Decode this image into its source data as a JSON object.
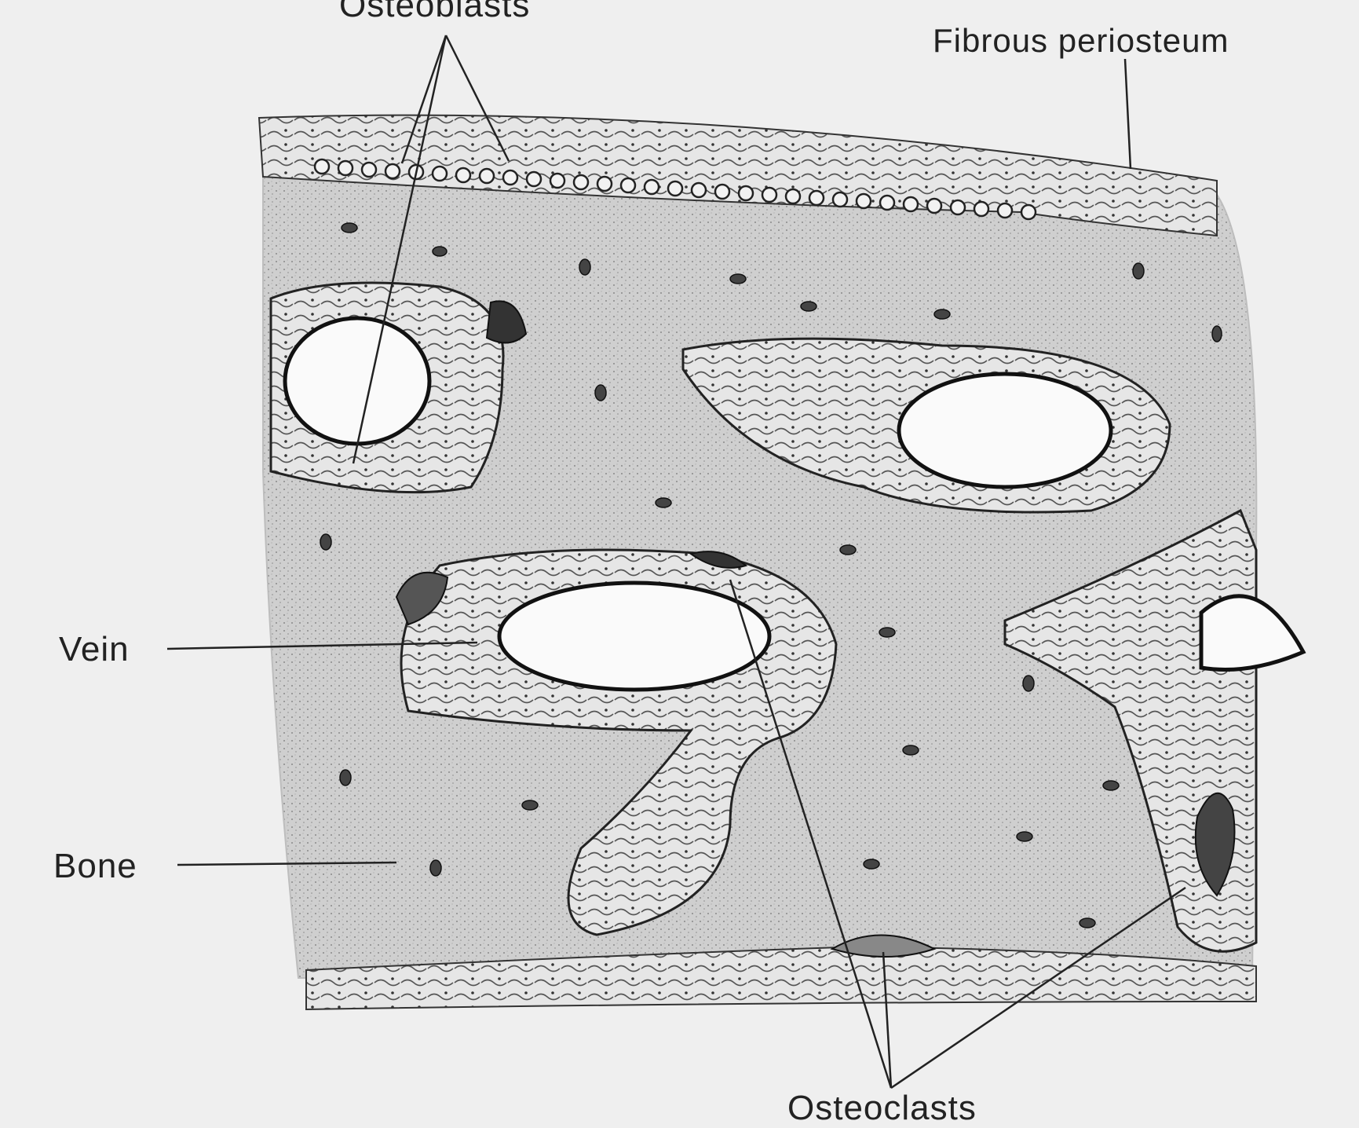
{
  "labels": {
    "osteoblasts": "Osteoblasts",
    "fibrous_periosteum": "Fibrous periosteum",
    "vein": "Vein",
    "bone": "Bone",
    "osteoclasts": "Osteoclasts"
  }
}
